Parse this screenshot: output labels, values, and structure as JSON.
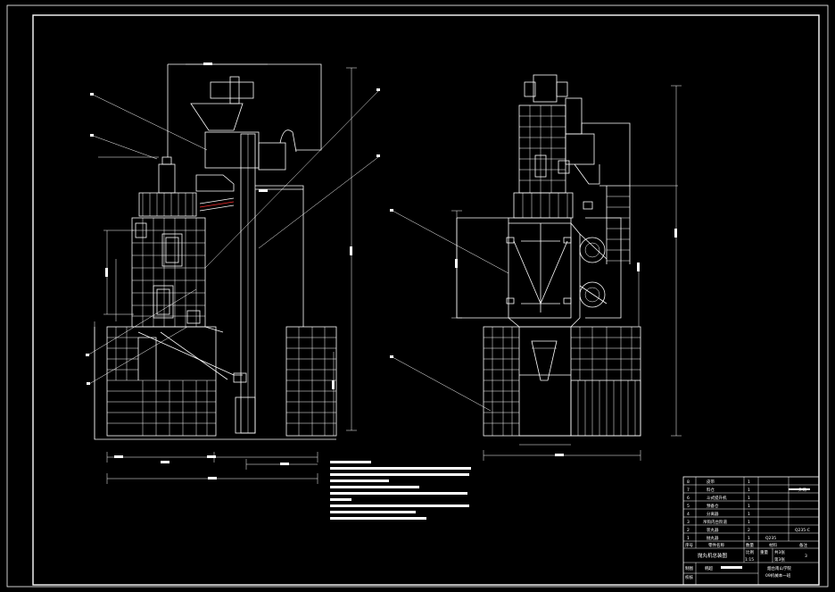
{
  "colors": {
    "background": "#000000",
    "lines": "#ffffff",
    "accent": "#ff3030"
  },
  "parts_list": {
    "rows": [
      {
        "no": "8",
        "name": "皮带",
        "qty": "1",
        "material": "",
        "note": "外购"
      },
      {
        "no": "7",
        "name": "料仓",
        "qty": "1",
        "material": "",
        "note": ""
      },
      {
        "no": "6",
        "name": "斗式提升机",
        "qty": "1",
        "material": "",
        "note": ""
      },
      {
        "no": "5",
        "name": "预备仓",
        "qty": "1",
        "material": "",
        "note": ""
      },
      {
        "no": "4",
        "name": "分离器",
        "qty": "1",
        "material": "",
        "note": ""
      },
      {
        "no": "3",
        "name": "吊钩内台阶道",
        "qty": "1",
        "material": "",
        "note": ""
      },
      {
        "no": "2",
        "name": "装丸器",
        "qty": "2",
        "material": "",
        "note": "Q235-C"
      },
      {
        "no": "1",
        "name": "抛丸器",
        "qty": "1",
        "material": "Q235",
        "note": ""
      }
    ],
    "header": {
      "no": "序号",
      "name": "零件名称",
      "qty": "数量",
      "material": "材料",
      "note": "备注"
    }
  },
  "title_block": {
    "drawing_title": "抛丸机总装图",
    "scale_label": "比例",
    "scale_value": "1:15",
    "weight_label": "重量",
    "sheet_label": "共3张",
    "sheet_no_label": "第3张",
    "sheet_count": "3",
    "drawn_by_label": "制图",
    "checked_by_label": "校核",
    "designer": "韩超",
    "school": "烟台南山学院",
    "class_name": "09机械本一班"
  }
}
